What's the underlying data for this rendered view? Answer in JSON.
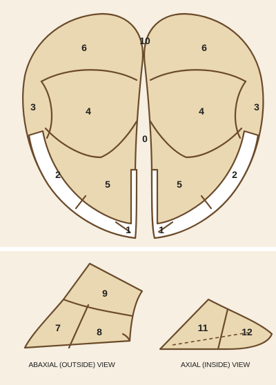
{
  "diagram": {
    "colors": {
      "panel_background": "#f6efe2",
      "zone_fill": "#e9d8b2",
      "white_line_fill": "#ffffff",
      "outline": "#6b4a2b",
      "label_text": "#1f1f1f"
    },
    "top_labels": {
      "left_zone_1": "1",
      "left_zone_2": "2",
      "left_zone_3": "3",
      "left_zone_4": "4",
      "left_zone_5": "5",
      "left_zone_6": "6",
      "right_zone_1": "1",
      "right_zone_2": "2",
      "right_zone_3": "3",
      "right_zone_4": "4",
      "right_zone_5": "5",
      "right_zone_6": "6",
      "interdigital_0": "0",
      "coronary_10": "10"
    },
    "abaxial": {
      "zone_7": "7",
      "zone_8": "8",
      "zone_9": "9",
      "caption": "ABAXIAL (OUTSIDE) VIEW"
    },
    "axial": {
      "zone_11": "11",
      "zone_12": "12",
      "caption": "AXIAL (INSIDE) VIEW"
    }
  }
}
